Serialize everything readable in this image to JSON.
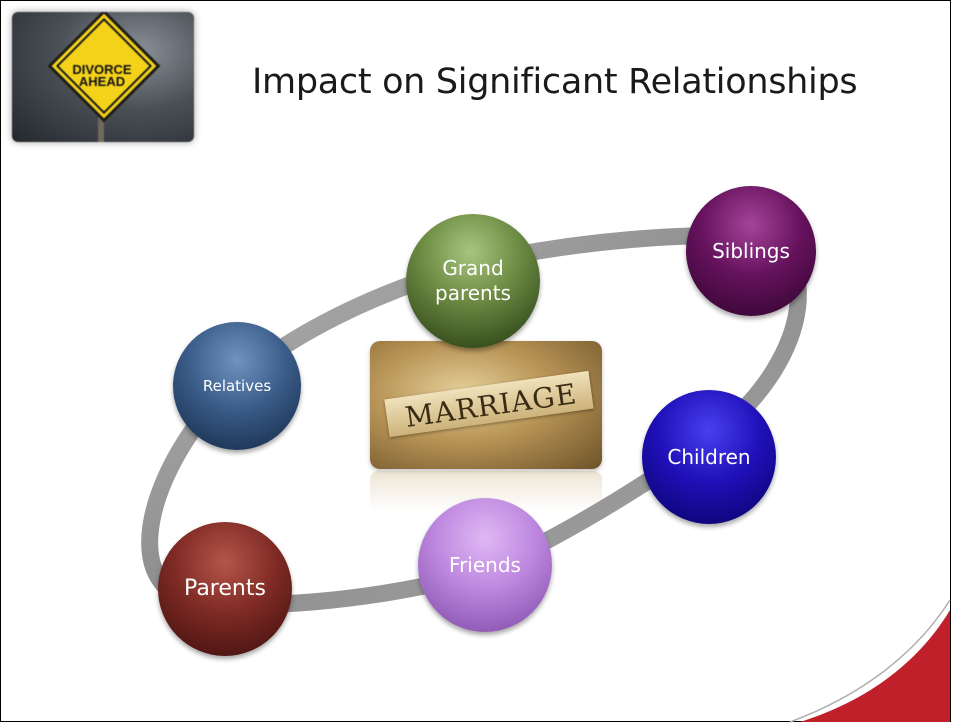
{
  "slide": {
    "title": "Impact on Significant Relationships",
    "sign": {
      "line1": "DIVORCE",
      "line2": "AHEAD",
      "icon": "divorce-ahead-road-sign"
    },
    "center_image": {
      "word": "MARRIAGE",
      "icon": "torn-marriage-paper"
    }
  },
  "relationships": [
    {
      "key": "grandparents",
      "label": "Grand\nparents",
      "color": "#6f8d45"
    },
    {
      "key": "siblings",
      "label": "Siblings",
      "color": "#66125d"
    },
    {
      "key": "relatives",
      "label": "Relatives",
      "color": "#3a5c88"
    },
    {
      "key": "children",
      "label": "Children",
      "color": "#1f10b8"
    },
    {
      "key": "friends",
      "label": "Friends",
      "color": "#bc86de"
    },
    {
      "key": "parents",
      "label": "Parents",
      "color": "#7e2a24"
    }
  ],
  "colors": {
    "ring": "#9a9a9a",
    "accent_swoosh": "#c0202a"
  }
}
